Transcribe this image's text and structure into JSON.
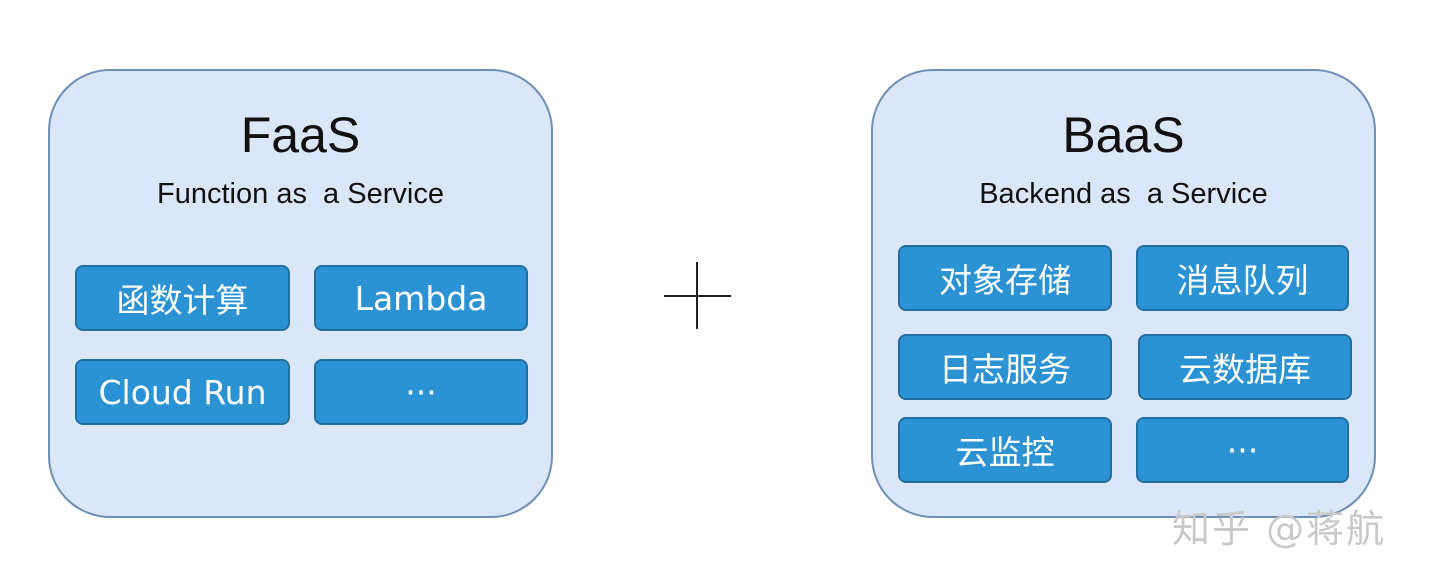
{
  "faas": {
    "title": "FaaS",
    "subtitle": "Function as  a Service",
    "items": [
      "函数计算",
      "Lambda",
      "Cloud Run",
      "···"
    ]
  },
  "baas": {
    "title": "BaaS",
    "subtitle": "Backend as  a Service",
    "items": [
      "对象存储",
      "消息队列",
      "日志服务",
      "云数据库",
      "云监控",
      "···"
    ]
  },
  "watermark": "知乎 @蒋航",
  "colors": {
    "panel_fill": "#d9e7f8",
    "panel_border": "#6f90b6",
    "chip_fill": "#2b93d3",
    "chip_border": "#226ea3"
  }
}
